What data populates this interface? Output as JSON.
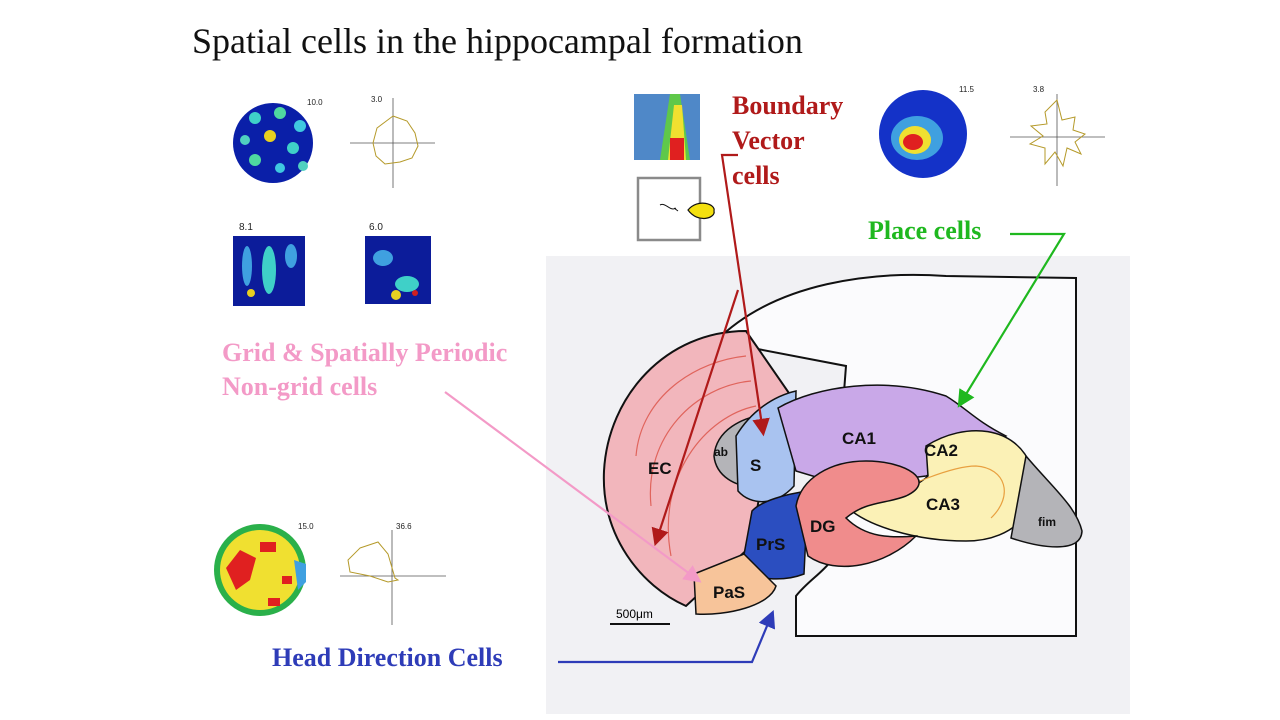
{
  "title": "Spatial cells in the hippocampal formation",
  "labels": {
    "boundary": [
      "Boundary",
      "Vector",
      "cells"
    ],
    "place": "Place cells",
    "grid": [
      "Grid & Spatially Periodic",
      "Non-grid cells"
    ],
    "head_direction": "Head Direction Cells"
  },
  "rate_values": {
    "grid_map": "10.0",
    "grid_polar": "3.0",
    "nongrid_map_1": "8.1",
    "nongrid_map_2": "6.0",
    "place_map": "11.5",
    "place_polar": "3.8",
    "hd_map": "15.0",
    "hd_polar": "36.6"
  },
  "regions": {
    "ec": "EC",
    "ab": "ab",
    "s": "S",
    "ca1": "CA1",
    "ca2": "CA2",
    "ca3": "CA3",
    "dg": "DG",
    "prs": "PrS",
    "pas": "PaS",
    "fim": "fim"
  },
  "scale_bar": "500μm",
  "colors": {
    "boundary": "#b01a1a",
    "place": "#1fb81f",
    "grid": "#f39ac7",
    "head_direction": "#2e3cb8"
  }
}
